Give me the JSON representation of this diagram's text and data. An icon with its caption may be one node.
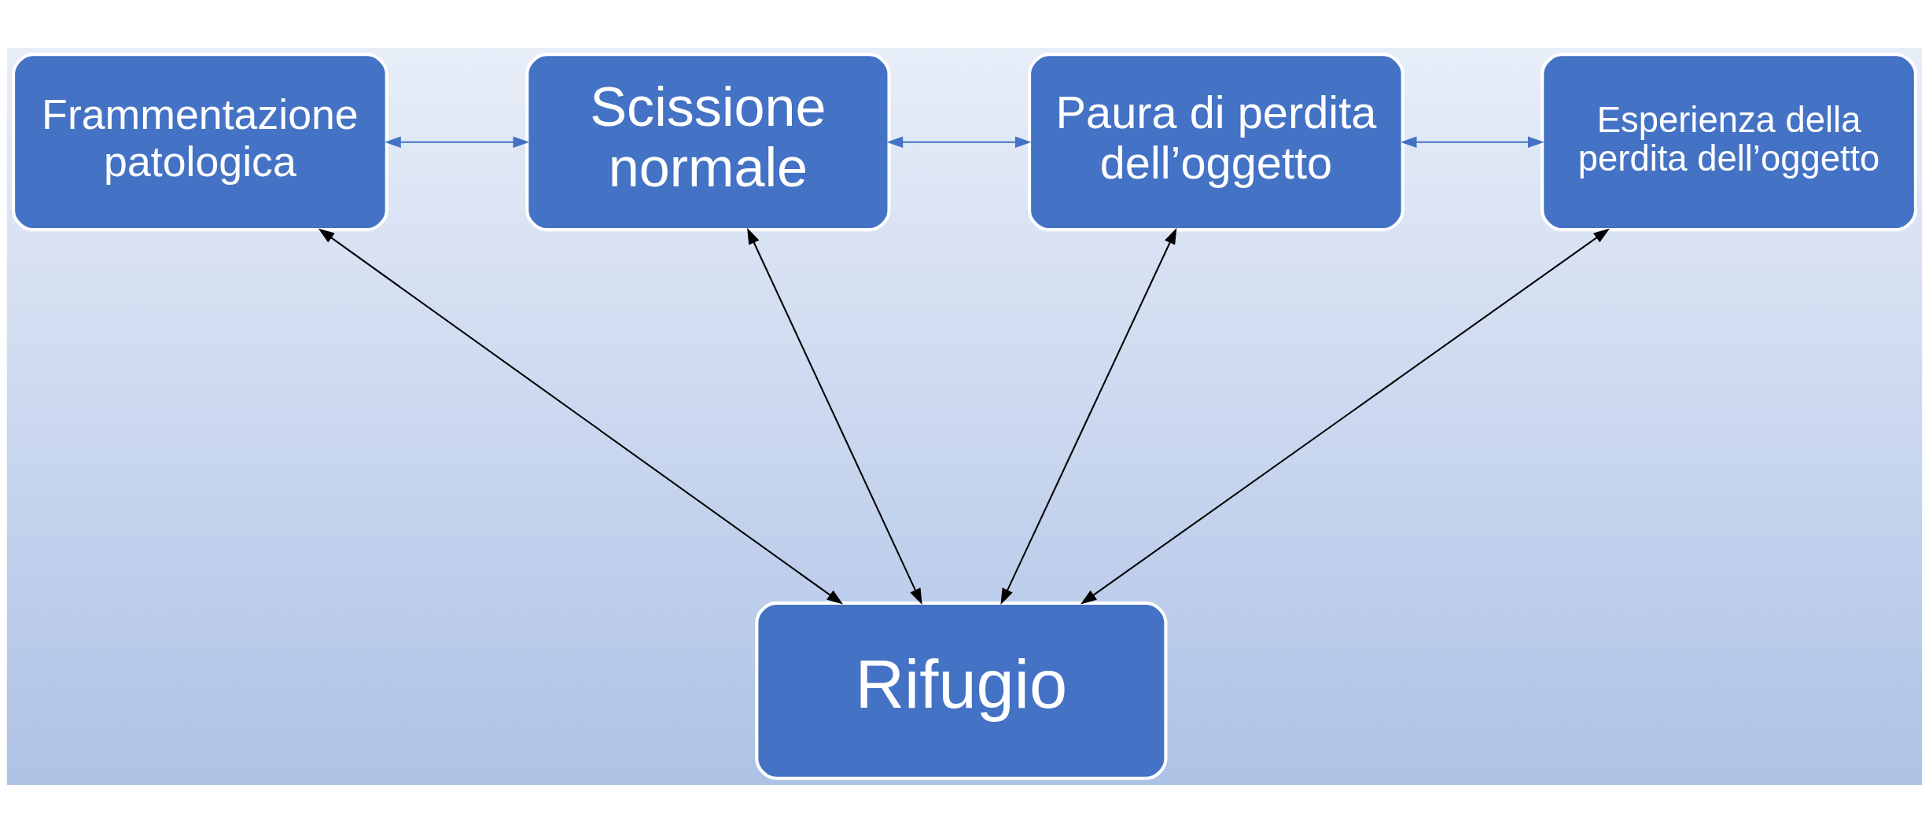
{
  "diagram": {
    "nodes": [
      {
        "text": [
          "Frammentazione patologica"
        ]
      },
      {
        "text": [
          "Scissione normale"
        ]
      },
      {
        "text": [
          "Paura di perdita dell’oggetto"
        ]
      },
      {
        "text": [
          "Esperienza della perdita dell’oggetto"
        ]
      },
      {
        "text": [
          "Rifugio"
        ]
      }
    ],
    "edges": [
      {
        "from": 0,
        "to": 1,
        "arrow": "both",
        "color": "#4472c4"
      },
      {
        "from": 1,
        "to": 2,
        "arrow": "both",
        "color": "#4472c4"
      },
      {
        "from": 2,
        "to": 3,
        "arrow": "both",
        "color": "#4472c4"
      },
      {
        "from": 0,
        "to": 4,
        "arrow": "both"
      },
      {
        "from": 1,
        "to": 4,
        "arrow": "both"
      },
      {
        "from": 2,
        "to": 4,
        "arrow": "both"
      },
      {
        "from": 3,
        "to": 4,
        "arrow": "both"
      }
    ]
  }
}
